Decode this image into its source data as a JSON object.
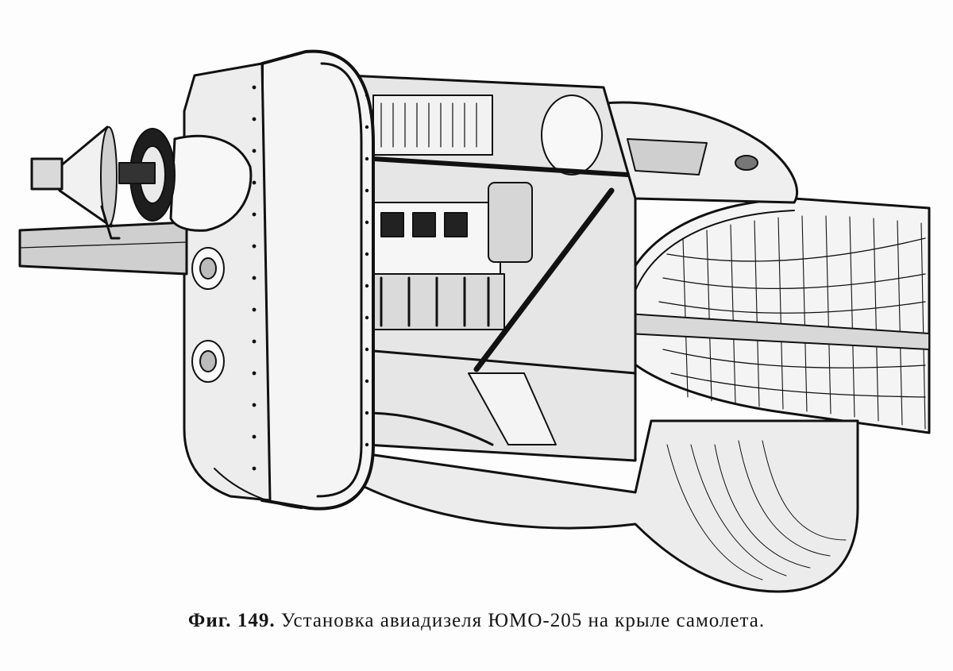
{
  "caption": {
    "prefix": "Фиг.",
    "number": "149.",
    "text": "Установка авиадизеля ЮМО-205 на крыле самолета."
  },
  "figure": {
    "subject": "engine-installation-illustration"
  }
}
